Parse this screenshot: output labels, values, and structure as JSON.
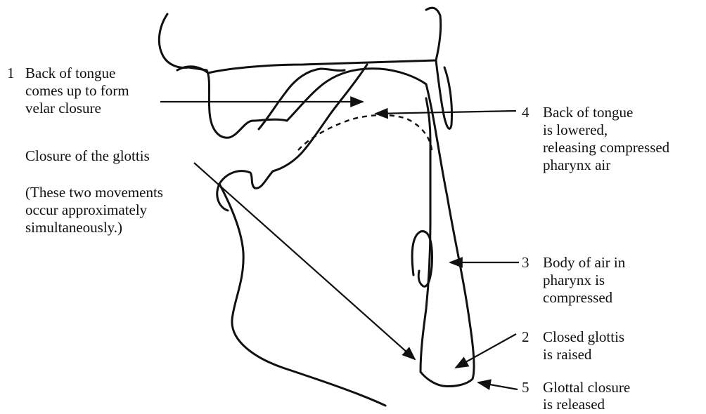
{
  "labels": {
    "l1": {
      "num": "1",
      "lines": [
        "Back of tongue",
        "comes up to form",
        "velar closure"
      ]
    },
    "glottis": {
      "lines": [
        "Closure of the glottis"
      ]
    },
    "note": {
      "lines": [
        "(These two movements",
        "occur approximately",
        "simultaneously.)"
      ]
    },
    "l4": {
      "num": "4",
      "lines": [
        "Back of tongue",
        "is lowered,",
        "releasing compressed",
        "pharynx air"
      ]
    },
    "l3": {
      "num": "3",
      "lines": [
        "Body of air in",
        "pharynx is",
        "compressed"
      ]
    },
    "l2": {
      "num": "2",
      "lines": [
        "Closed glottis",
        "is raised"
      ]
    },
    "l5": {
      "num": "5",
      "lines": [
        "Glottal closure",
        "is released"
      ]
    }
  }
}
